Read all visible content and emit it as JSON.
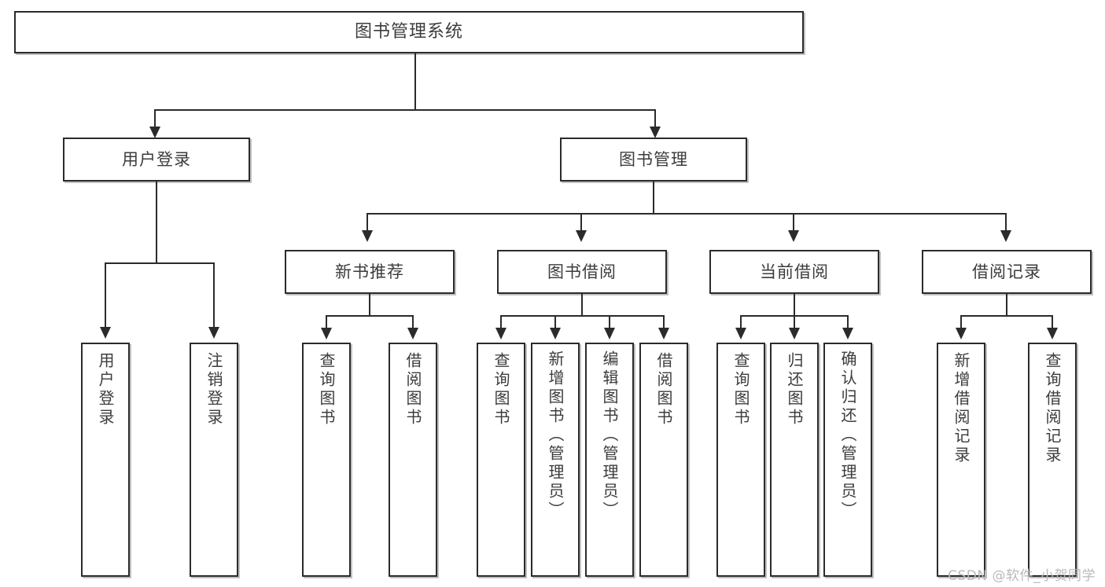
{
  "diagram": {
    "title": "图书管理系统",
    "watermark": "CSDN @软件_小贺同学",
    "root": {
      "label": "图书管理系统"
    },
    "level2": [
      {
        "label": "用户登录"
      },
      {
        "label": "图书管理"
      }
    ],
    "level3": [
      {
        "label": "新书推荐"
      },
      {
        "label": "图书借阅"
      },
      {
        "label": "当前借阅"
      },
      {
        "label": "借阅记录"
      }
    ],
    "leaves": {
      "user_login": [
        {
          "label": "用户登录"
        },
        {
          "label": "注销登录"
        }
      ],
      "new_book": [
        {
          "label": "查询图书"
        },
        {
          "label": "借阅图书"
        }
      ],
      "book_borrow": [
        {
          "label": "查询图书"
        },
        {
          "label": "新增图书（管理员）"
        },
        {
          "label": "编辑图书（管理员）"
        },
        {
          "label": "借阅图书"
        }
      ],
      "current_borrow": [
        {
          "label": "查询图书"
        },
        {
          "label": "归还图书"
        },
        {
          "label": "确认归还（管理员）"
        }
      ],
      "borrow_record": [
        {
          "label": "新增借阅记录"
        },
        {
          "label": "查询借阅记录"
        }
      ]
    }
  },
  "colors": {
    "stroke": "#2b2b2b",
    "text": "#3c3c3c",
    "background": "#ffffff",
    "watermark": "#b9b9b9"
  }
}
